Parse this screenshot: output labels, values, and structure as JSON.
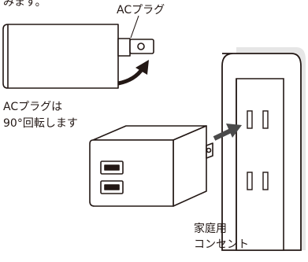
{
  "texts": {
    "top_fragment": "みます。",
    "ac_plug_label": "ACプラグ",
    "rotation_note_line1": "ACプラグは",
    "rotation_note_line2": "90°回転します",
    "outlet_label_line1": "家庭用",
    "outlet_label_line2": "コンセント"
  },
  "colors": {
    "line": "#231815",
    "arrow_gray": "#4a4a4a",
    "plate_shadow": "#e6e6e6",
    "background": "#ffffff"
  },
  "icons": {
    "rotation_arrow": "curved-arrow-icon",
    "insert_arrow": "right-arrow-icon"
  }
}
